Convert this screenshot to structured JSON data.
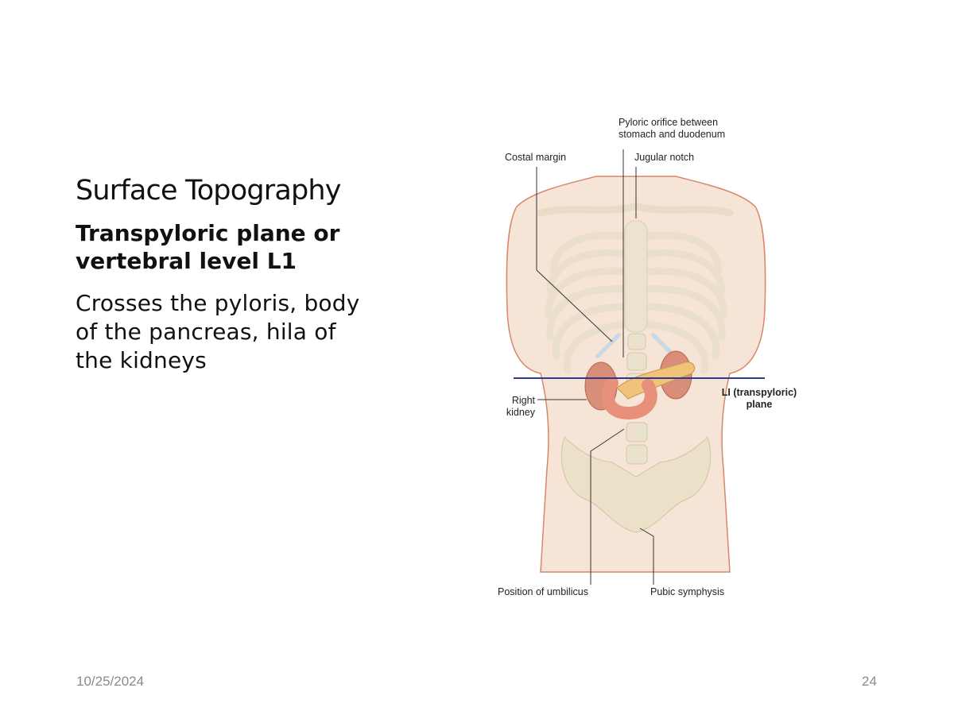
{
  "slide": {
    "title": "Surface Topography",
    "subtitle": "Transpyloric plane or vertebral level L1",
    "body": "Crosses the pyloris, body of the pancreas, hila of the kidneys",
    "footer": {
      "date": "10/25/2024",
      "page_number": "24"
    }
  },
  "figure": {
    "labels": {
      "pyloric_orifice": "Pyloric orifice between stomach and duodenum",
      "costal_margin": "Costal margin",
      "jugular_notch": "Jugular notch",
      "right_kidney": "Right kidney",
      "transpyloric_plane": "LI (transpyloric) plane",
      "umbilicus": "Position of umbilicus",
      "pubic_symphysis": "Pubic symphysis"
    }
  }
}
